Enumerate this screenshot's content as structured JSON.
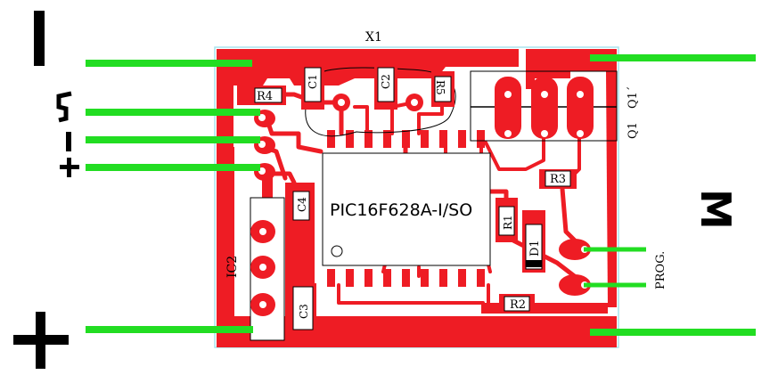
{
  "colors": {
    "copper": "#ee1c24",
    "wire": "#22dd22",
    "outline": "#a8e4ee",
    "component": "#ffffff",
    "ink": "#000000"
  },
  "labels": {
    "crystal": "X1",
    "ic_main": "PIC16F628A-I/SO",
    "regulator": "IC2",
    "r1": "R1",
    "r2": "R2",
    "r3": "R3",
    "r4": "R4",
    "r5": "R5",
    "c1": "C1",
    "c2": "C2",
    "c3": "C3",
    "c4": "C4",
    "d1": "D1",
    "q1": "Q1",
    "q1_prime": "Q1´",
    "prog": "PROG.",
    "motor": "M"
  },
  "icons": {
    "battery_minus": "minus-icon",
    "battery_plus": "plus-icon",
    "signal": "pulse-signal-icon",
    "input_minus": "minus-icon",
    "input_plus": "plus-icon"
  }
}
